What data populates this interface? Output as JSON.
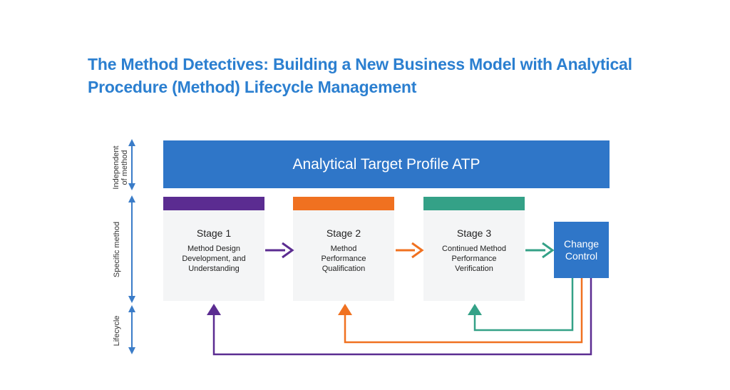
{
  "title": {
    "line1": "The Method Detectives: Building a New Business Model with Analytical",
    "line2": "Procedure (Method) Lifecycle Management"
  },
  "side_labels": {
    "independent_line1": "Independent",
    "independent_line2": "of method",
    "specific": "Specific method",
    "lifecycle": "Lifecycle"
  },
  "atp": {
    "label": "Analytical Target Profile ATP"
  },
  "stages": [
    {
      "title": "Stage 1",
      "desc": [
        "Method Design",
        "Development, and",
        "Understanding"
      ],
      "color": "#5b2c91"
    },
    {
      "title": "Stage 2",
      "desc": [
        "Method",
        "Performance",
        "Qualification"
      ],
      "color": "#f07120"
    },
    {
      "title": "Stage 3",
      "desc": [
        "Continued Method",
        "Performance",
        "Verification"
      ],
      "color": "#34a187"
    }
  ],
  "change_control": {
    "line1": "Change",
    "line2": "Control"
  },
  "colors": {
    "title": "#2b7fd0",
    "blue": "#2f76c8",
    "axis_arrow": "#3a7cc8",
    "purple": "#5b2c91",
    "orange": "#f07120",
    "green": "#34a187"
  }
}
